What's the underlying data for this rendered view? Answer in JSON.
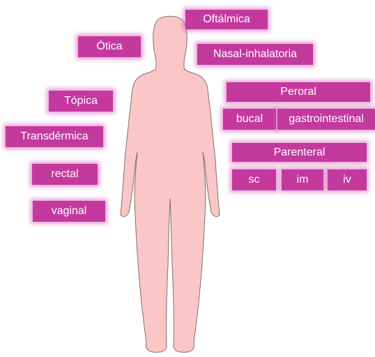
{
  "colors": {
    "label_background": "#c4399e",
    "label_text": "#ffffff",
    "body_fill": "#fbc6c6",
    "body_outline": "#7d7070"
  },
  "figure": {
    "icon": "human-body-silhouette"
  },
  "labels": {
    "oftalmica": "Oftálmica",
    "otica": "Ótica",
    "nasal_inhalatoria": "Nasal-inhalatoria",
    "topica": "Tópica",
    "transdermica": "Transdérmica",
    "rectal": "rectal",
    "vaginal": "vaginal",
    "peroral": "Peroral",
    "bucal": "bucal",
    "gastrointestinal": "gastrointestinal",
    "parenteral": "Parenteral",
    "sc": "sc",
    "im": "im",
    "iv": "iv"
  }
}
